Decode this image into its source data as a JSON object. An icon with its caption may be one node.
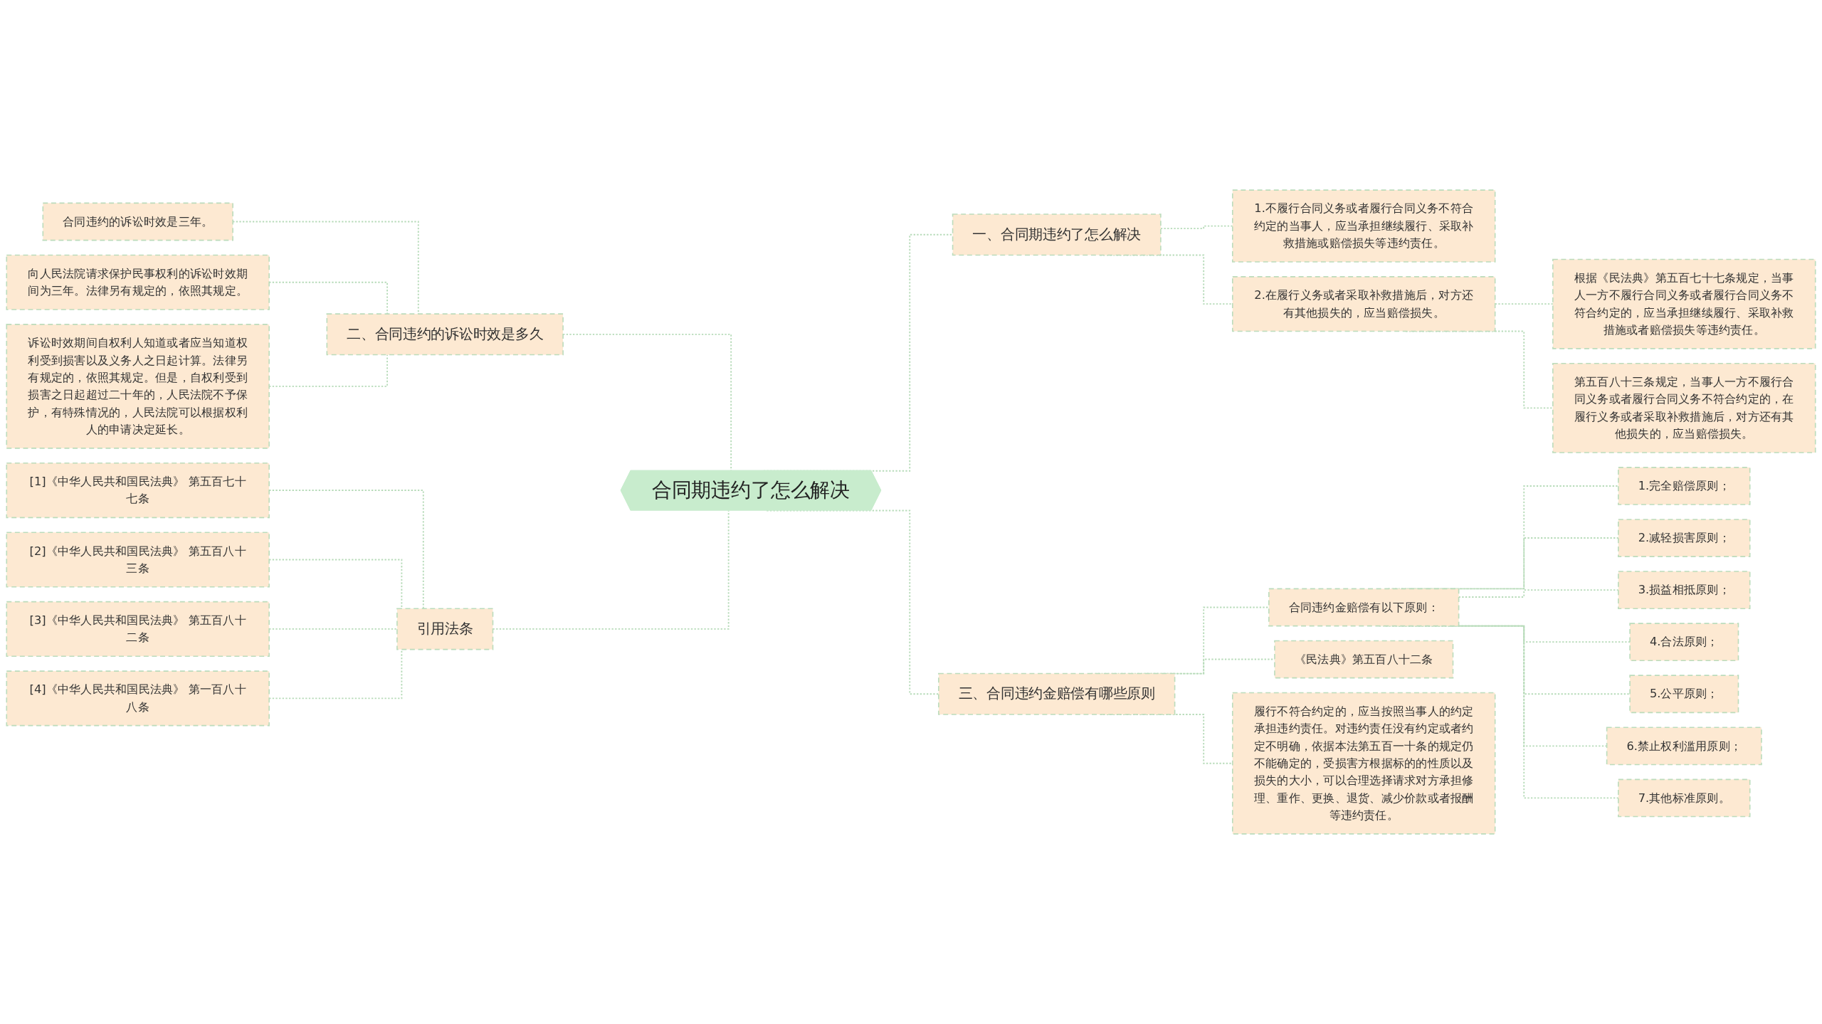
{
  "diagram": {
    "nodes": [
      {
        "text": [
          "合同期违约了怎么解决"
        ]
      },
      {
        "text": [
          "一、合同期违约了怎么解决"
        ]
      },
      {
        "text": [
          "1.不履行合同义务或者履行合同义务不符合约定的当事人，应当承担继续履行、采取补救措施或赔偿损失等违约责任。"
        ]
      },
      {
        "text": [
          "2.在履行义务或者采取补救措施后，对方还有其他损失的，应当赔偿损失。"
        ]
      },
      {
        "text": [
          "根据《民法典》第五百七十七条规定，当事人一方不履行合同义务或者履行合同义务不符合约定的，应当承担继续履行、采取补救措施或者赔偿损失等违约责任。"
        ]
      },
      {
        "text": [
          "第五百八十三条规定，当事人一方不履行合同义务或者履行合同义务不符合约定的，在履行义务或者采取补救措施后，对方还有其他损失的，应当赔偿损失。"
        ]
      },
      {
        "text": [
          "二、合同违约的诉讼时效是多久"
        ]
      },
      {
        "text": [
          "合同违约的诉讼时效是三年。"
        ]
      },
      {
        "text": [
          "向人民法院请求保护民事权利的诉讼时效期间为三年。法律另有规定的，依照其规定。"
        ]
      },
      {
        "text": [
          "诉讼时效期间自权利人知道或者应当知道权利受到损害以及义务人之日起计算。法律另有规定的，依照其规定。但是，自权利受到损害之日起超过二十年的，人民法院不予保护，有特殊情况的，人民法院可以根据权利人的申请决定延长。"
        ]
      },
      {
        "text": [
          "三、合同违约金赔偿有哪些原则"
        ]
      },
      {
        "text": [
          "合同违约金赔偿有以下原则："
        ]
      },
      {
        "text": [
          "1.完全赔偿原则；"
        ]
      },
      {
        "text": [
          "2.减轻损害原则；"
        ]
      },
      {
        "text": [
          "3.损益相抵原则；"
        ]
      },
      {
        "text": [
          "4.合法原则；"
        ]
      },
      {
        "text": [
          "5.公平原则；"
        ]
      },
      {
        "text": [
          "6.禁止权利滥用原则；"
        ]
      },
      {
        "text": [
          "7.其他标准原则。"
        ]
      },
      {
        "text": [
          "《民法典》第五百八十二条"
        ]
      },
      {
        "text": [
          "履行不符合约定的，应当按照当事人的约定承担违约责任。对违约责任没有约定或者约定不明确，依据本法第五百一十条的规定仍不能确定的，受损害方根据标的的性质以及损失的大小，可以合理选择请求对方承担修理、重作、更换、退货、减少价款或者报酬等违约责任。"
        ]
      },
      {
        "text": [
          "引用法条"
        ]
      },
      {
        "text": [
          "[1]《中华人民共和国民法典》 第五百七十七条"
        ]
      },
      {
        "text": [
          "[2]《中华人民共和国民法典》 第五百八十三条"
        ]
      },
      {
        "text": [
          "[3]《中华人民共和国民法典》 第五百八十二条"
        ]
      },
      {
        "text": [
          "[4]《中华人民共和国民法典》 第一百八十八条"
        ]
      }
    ],
    "edges": [
      {
        "from": 0,
        "to": 1,
        "arrow": "none",
        "style": "dashed"
      },
      {
        "from": 1,
        "to": 2,
        "arrow": "none",
        "style": "dashed"
      },
      {
        "from": 1,
        "to": 3,
        "arrow": "none",
        "style": "dashed"
      },
      {
        "from": 3,
        "to": 4,
        "arrow": "none",
        "style": "dashed"
      },
      {
        "from": 3,
        "to": 5,
        "arrow": "none",
        "style": "dashed"
      },
      {
        "from": 6,
        "to": 0,
        "arrow": "none",
        "style": "dashed"
      },
      {
        "from": 7,
        "to": 6,
        "arrow": "none",
        "style": "dashed"
      },
      {
        "from": 8,
        "to": 6,
        "arrow": "none",
        "style": "dashed"
      },
      {
        "from": 9,
        "to": 6,
        "arrow": "none",
        "style": "dashed"
      },
      {
        "from": 0,
        "to": 10,
        "arrow": "none",
        "style": "dashed"
      },
      {
        "from": 10,
        "to": 11,
        "arrow": "none",
        "style": "dashed"
      },
      {
        "from": 11,
        "to": 12,
        "arrow": "none",
        "style": "dashed"
      },
      {
        "from": 11,
        "to": 13,
        "arrow": "none",
        "style": "dashed"
      },
      {
        "from": 11,
        "to": 14,
        "arrow": "none",
        "style": "dashed"
      },
      {
        "from": 11,
        "to": 15,
        "arrow": "none",
        "style": "dashed"
      },
      {
        "from": 11,
        "to": 16,
        "arrow": "none",
        "style": "dashed"
      },
      {
        "from": 11,
        "to": 17,
        "arrow": "none",
        "style": "dashed"
      },
      {
        "from": 11,
        "to": 18,
        "arrow": "none",
        "style": "dashed"
      },
      {
        "from": 10,
        "to": 19,
        "arrow": "none",
        "style": "dashed"
      },
      {
        "from": 10,
        "to": 20,
        "arrow": "none",
        "style": "dashed"
      },
      {
        "from": 21,
        "to": 0,
        "arrow": "none",
        "style": "dashed"
      },
      {
        "from": 22,
        "to": 21,
        "arrow": "none",
        "style": "dashed"
      },
      {
        "from": 23,
        "to": 21,
        "arrow": "none",
        "style": "dashed"
      },
      {
        "from": 24,
        "to": 21,
        "arrow": "none",
        "style": "dashed"
      },
      {
        "from": 25,
        "to": 21,
        "arrow": "none",
        "style": "dashed"
      }
    ]
  }
}
